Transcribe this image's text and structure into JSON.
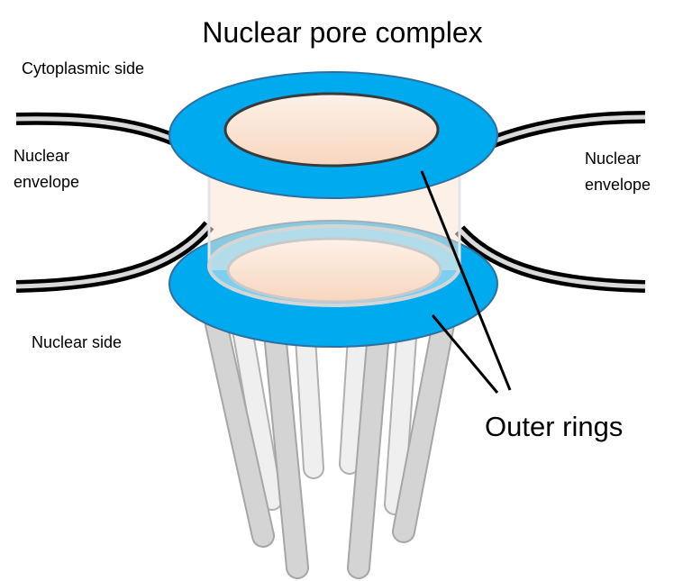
{
  "title": "Nuclear pore complex",
  "labels": {
    "cytoplasmic_side": "Cytoplasmic side",
    "nuclear_envelope_left_line1": "Nuclear",
    "nuclear_envelope_left_line2": "envelope",
    "nuclear_envelope_right_line1": "Nuclear",
    "nuclear_envelope_right_line2": "envelope",
    "nuclear_side": "Nuclear side",
    "outer_rings": "Outer rings"
  },
  "colors": {
    "ring": "#00aaee",
    "ring_stroke": "#2f6f9f",
    "pore_fill": "#fbe3d2",
    "membrane_outer": "#000000",
    "membrane_inner": "#d9d9d9",
    "filament_fill": "#d4d4d4",
    "filament_light": "#ececec",
    "filament_stroke": "#a6a6a6"
  }
}
